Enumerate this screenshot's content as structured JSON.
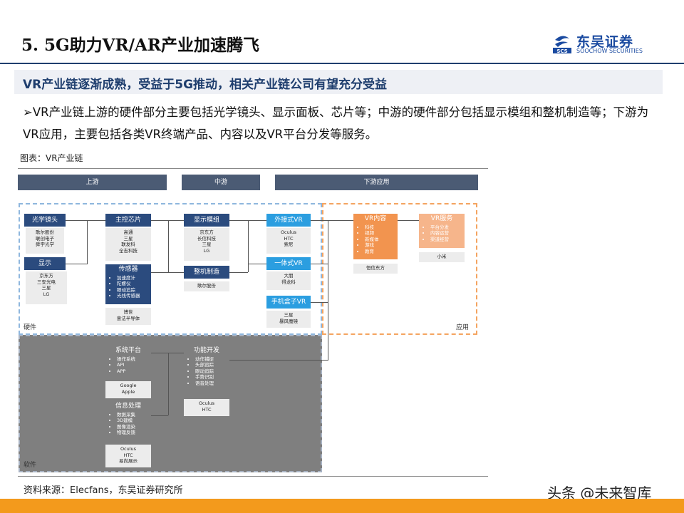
{
  "header": {
    "title": "5. 5G助力VR/AR产业加速腾飞",
    "logo": {
      "name": "东吴证券",
      "sub": "SOOCHOW SECURITIES",
      "mark": "SCS"
    }
  },
  "banner": "VR产业链逐渐成熟，受益于5G推动，相关产业链公司有望充分受益",
  "bullet": "➢VR产业链上游的硬件部分主要包括光学镜头、显示面板、芯片等；中游的硬件部分包括显示模组和整机制造等；下游为VR应用，主要包括各类VR终端产品、内容以及VR平台分发等服务。",
  "figure": {
    "caption": "图表：VR产业链",
    "stages": [
      "上游",
      "中游",
      "下游应用"
    ],
    "regions": {
      "hardware": "硬件",
      "application": "应用",
      "software": "软件"
    },
    "upstream": {
      "optical": {
        "label": "光学镜头",
        "companies": [
          "歌尔股份",
          "联创电子",
          "舜宇光学"
        ]
      },
      "display": {
        "label": "显示",
        "companies": [
          "京东方",
          "三安光电",
          "三星",
          "LG"
        ]
      },
      "chip": {
        "label": "主控芯片",
        "companies": [
          "高通",
          "三星",
          "联发科",
          "全志科技"
        ]
      },
      "sensor": {
        "label": "传感器",
        "items": [
          "加速度计",
          "陀螺仪",
          "眼动追踪",
          "光线传感器"
        ],
        "companies": [
          "博世",
          "意法半导体"
        ]
      }
    },
    "midstream": {
      "module": {
        "label": "显示模组",
        "companies": [
          "京东方",
          "长信科技",
          "三星",
          "LG"
        ]
      },
      "assembly": {
        "label": "整机制造",
        "companies": [
          "歌尔股份"
        ]
      }
    },
    "downstream": {
      "external": {
        "label": "外接式VR",
        "companies": [
          "Oculus",
          "HTC",
          "索尼"
        ]
      },
      "allinone": {
        "label": "一体式VR",
        "companies": [
          "大朋",
          "得龙科"
        ]
      },
      "box": {
        "label": "手机盒子VR",
        "companies": [
          "三星",
          "暴风魔镜"
        ]
      },
      "content": {
        "label": "VR内容",
        "items": [
          "科技",
          "视频",
          "新媒体",
          "游戏",
          "教育"
        ],
        "companies": [
          "恒信东方"
        ]
      },
      "service": {
        "label": "VR服务",
        "items": [
          "平台分发",
          "内容运营",
          "渠道经营"
        ],
        "companies": [
          "小米"
        ]
      }
    },
    "software": {
      "platform": {
        "label": "系统平台",
        "items": [
          "操作系统",
          "API",
          "APP"
        ],
        "companies": [
          "Google",
          "Apple"
        ]
      },
      "processing": {
        "label": "信息处理",
        "items": [
          "数据采集",
          "3D建模",
          "图像渲染",
          "物理反馈"
        ],
        "companies": [
          "Oculus",
          "HTC",
          "易尚展示"
        ]
      },
      "function": {
        "label": "功能开发",
        "items": [
          "动作捕捉",
          "头部追踪",
          "眼动追踪",
          "手势识别",
          "语音处理"
        ],
        "companies": [
          "Oculus",
          "HTC"
        ]
      }
    }
  },
  "source": "资料来源：Elecfans，东吴证券研究所",
  "watermark": "头条 @未来智库",
  "colors": {
    "navy": "#2b4b7e",
    "sky": "#2b9ee0",
    "orange": "#f2944f",
    "peach": "#f6b58b",
    "grey": "#7f7f7f",
    "header": "#4b5b74",
    "bottom_bar": "#f39a1c"
  }
}
